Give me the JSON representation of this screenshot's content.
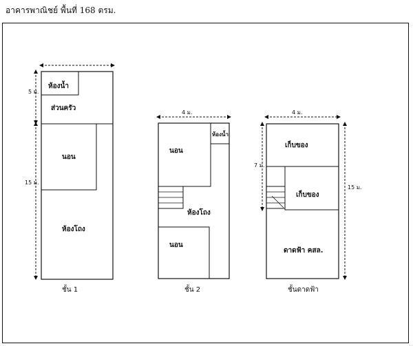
{
  "caption": "อาคารพาณิชย์ พื้นที่ 168 ตรม.",
  "plan1": {
    "dim_top": "5 ม.",
    "dim_left": "15 ม.",
    "rooms": {
      "bathroom": "ห้องน้ำ",
      "kitchen": "ส่วนครัว",
      "bedroom": "นอน",
      "hall": "ห้องโถง"
    },
    "floor_label": "ชั้น 1"
  },
  "plan2": {
    "dim_top": "4 ม.",
    "rooms": {
      "bedroom1": "นอน",
      "bathroom": "ห้องน้ำ",
      "hall": "ห้องโถง",
      "bedroom2": "นอน"
    },
    "floor_label": "ชั้น 2"
  },
  "plan3": {
    "dim_top": "4 ม.",
    "dim_left": "7 ม.",
    "dim_right": "15 ม.",
    "rooms": {
      "storage1": "เก็บของ",
      "storage2": "เก็บของ",
      "roof": "ดาดฟ้า คสล."
    },
    "floor_label": "ชั้นดาดฟ้า"
  }
}
